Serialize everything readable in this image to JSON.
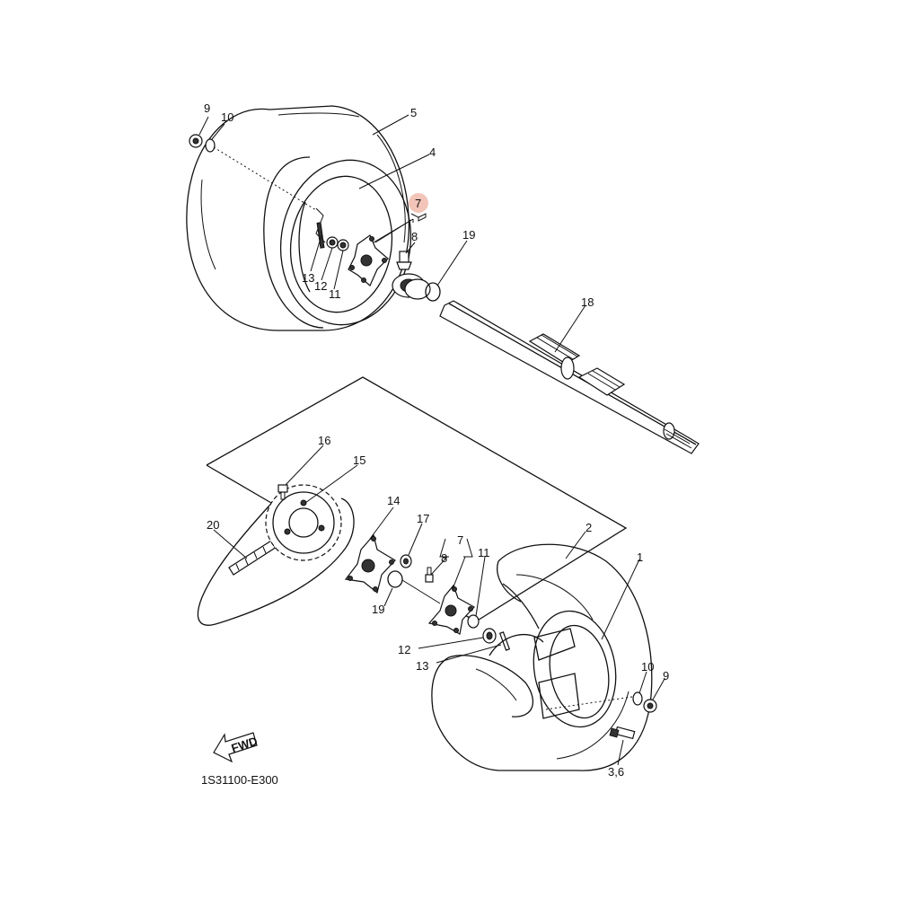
{
  "callouts": {
    "top_9": "9",
    "top_10": "10",
    "top_5": "5",
    "top_4": "4",
    "top_7": "7",
    "top_8": "8",
    "top_19": "19",
    "top_18": "18",
    "top_13": "13",
    "top_12": "12",
    "top_11": "11",
    "mid_16": "16",
    "mid_15": "15",
    "mid_20": "20",
    "mid_14": "14",
    "mid_17": "17",
    "mid_8": "8",
    "mid_7": "7",
    "mid_2": "2",
    "mid_11": "11",
    "mid_1": "1",
    "mid_19": "19",
    "bot_12": "12",
    "bot_13": "13",
    "bot_10": "10",
    "bot_9": "9",
    "bot_36": "3,6"
  },
  "fwd_label": "FWD",
  "diagram_code": "1S31100-E300",
  "colors": {
    "highlight": "#f3c4b8",
    "line": "#111111"
  }
}
